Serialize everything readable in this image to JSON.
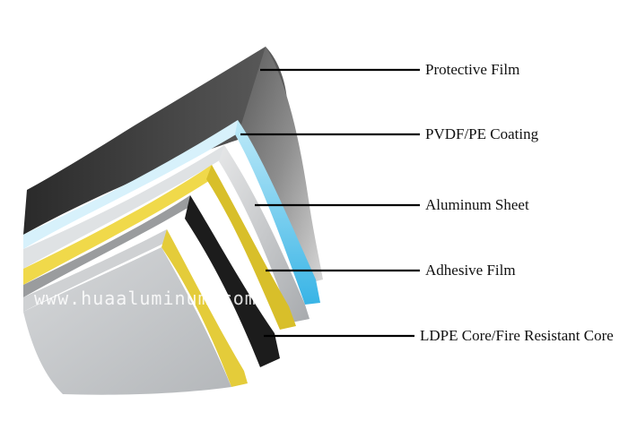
{
  "diagram": {
    "watermark": "www.huaaluminum.com",
    "layers": [
      {
        "label": "Protective Film",
        "color": "#3a3a3a"
      },
      {
        "label": "PVDF/PE Coating",
        "color": "#4cc0ea"
      },
      {
        "label": "Aluminum Sheet",
        "color": "#c9cbcd"
      },
      {
        "label": "Adhesive Film",
        "color": "#e3cc3c"
      },
      {
        "label": "LDPE Core/Fire Resistant Core",
        "color": "#1c1c1c"
      }
    ]
  }
}
